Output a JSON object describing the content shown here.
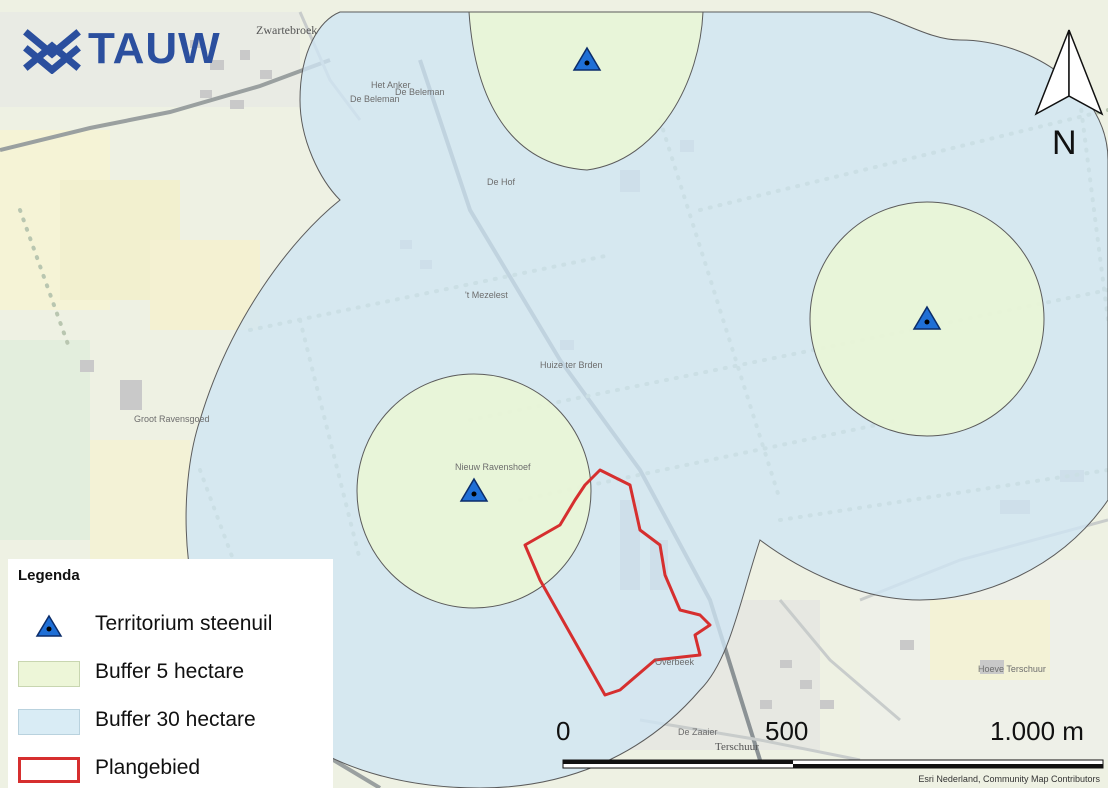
{
  "logo": {
    "text": "TAUW"
  },
  "north_arrow": {
    "label": "N"
  },
  "legend": {
    "title": "Legenda",
    "items": [
      {
        "label": "Territorium steenuil",
        "symbol": "blue-triangle"
      },
      {
        "label": "Buffer 5 hectare",
        "symbol": "light-green-fill"
      },
      {
        "label": "Buffer 30 hectare",
        "symbol": "light-blue-fill"
      },
      {
        "label": "Plangebied",
        "symbol": "red-outline"
      }
    ]
  },
  "scalebar": {
    "labels": [
      "0",
      "500",
      "1.000 m"
    ]
  },
  "attribution": "Esri Nederland, Community Map Contributors",
  "place_labels": [
    "Zwartebroek",
    "Het Anker",
    "De Beleman",
    "De Beleman",
    "De Hof",
    "'t Mezelest",
    "Huize ter Brden",
    "Nieuw Ravenshoef",
    "Groot Ravensgoed",
    "Overbeek",
    "De Zaaier",
    "Terschuur",
    "Hoeve Terschuur"
  ],
  "colors": {
    "buffer_30": "#cfe6f4",
    "buffer_5": "#e8f5d4",
    "plan_outline": "#d62f2f",
    "territory_marker": "#1f6fd6",
    "logo": "#2b4f9e"
  }
}
